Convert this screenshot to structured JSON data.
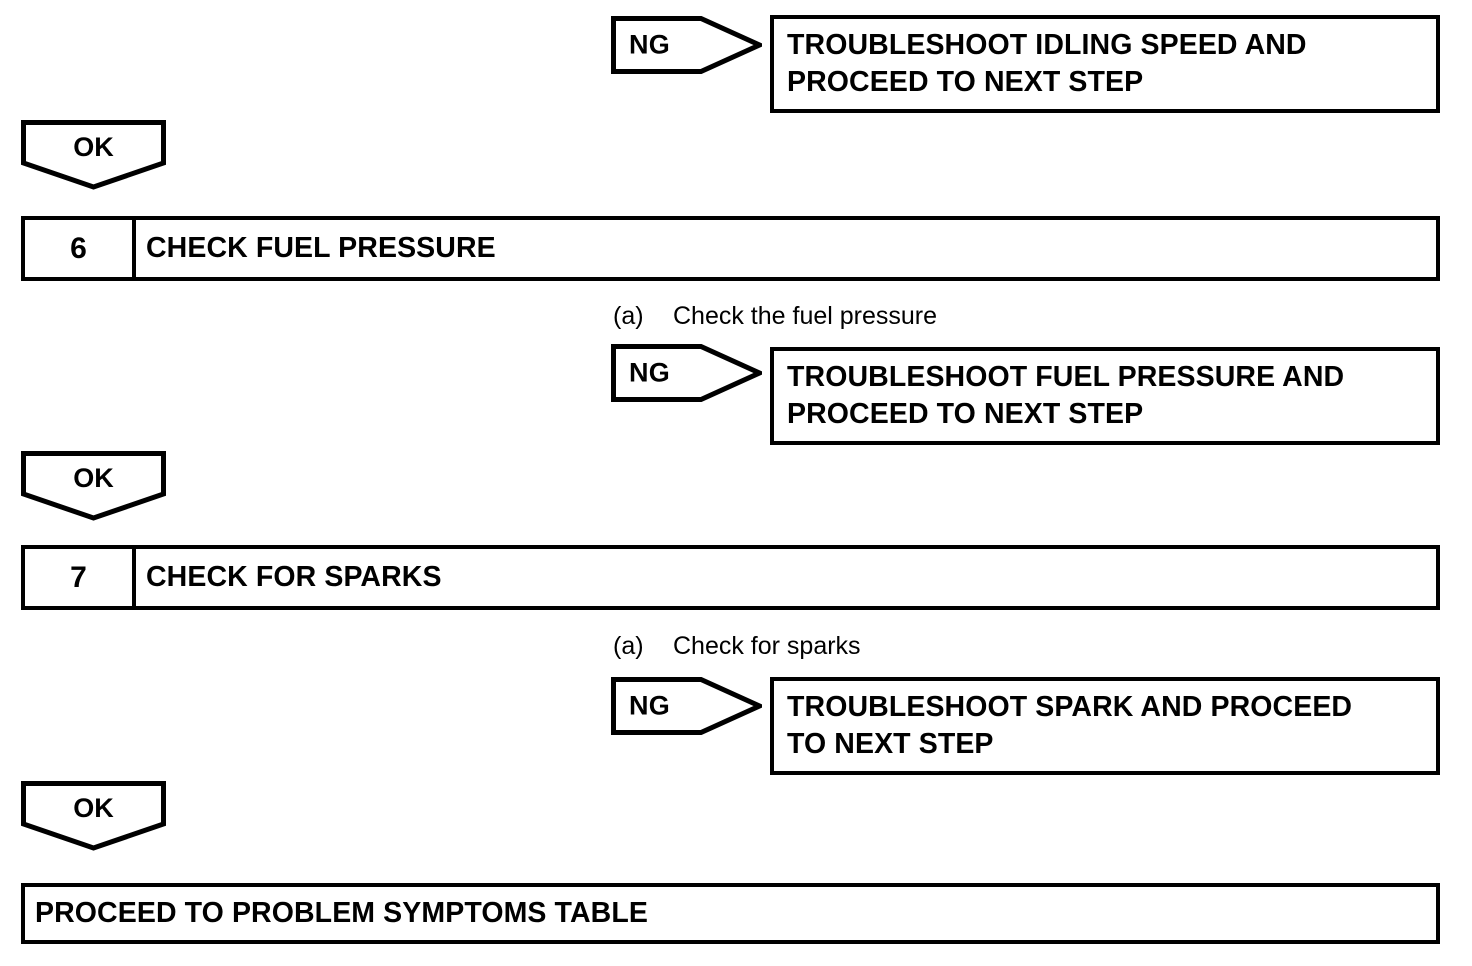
{
  "document": {
    "type": "troubleshooting-flowchart",
    "ink_color": "#000000",
    "background_color": "#ffffff"
  },
  "blocks": {
    "idling_ng": {
      "tag": "NG",
      "tag_icon": "ng-arrow-right-icon",
      "line1": "TROUBLESHOOT IDLING SPEED AND",
      "line2": "PROCEED TO NEXT STEP"
    },
    "ok_1": {
      "tag": "OK",
      "tag_icon": "ok-arrow-down-icon"
    },
    "step_6": {
      "number": "6",
      "title": "CHECK FUEL PRESSURE",
      "substep_marker": "(a)",
      "substep_text": "Check the fuel pressure"
    },
    "fuel_ng": {
      "tag": "NG",
      "tag_icon": "ng-arrow-right-icon",
      "line1": "TROUBLESHOOT FUEL PRESSURE AND",
      "line2": "PROCEED TO NEXT STEP"
    },
    "ok_2": {
      "tag": "OK",
      "tag_icon": "ok-arrow-down-icon"
    },
    "step_7": {
      "number": "7",
      "title": "CHECK FOR SPARKS",
      "substep_marker": "(a)",
      "substep_text": "Check for sparks"
    },
    "spark_ng": {
      "tag": "NG",
      "tag_icon": "ng-arrow-right-icon",
      "line1": "TROUBLESHOOT SPARK AND PROCEED",
      "line2": "TO NEXT STEP"
    },
    "ok_3": {
      "tag": "OK",
      "tag_icon": "ok-arrow-down-icon"
    },
    "terminal": {
      "label": "PROCEED TO PROBLEM SYMPTOMS TABLE"
    }
  }
}
